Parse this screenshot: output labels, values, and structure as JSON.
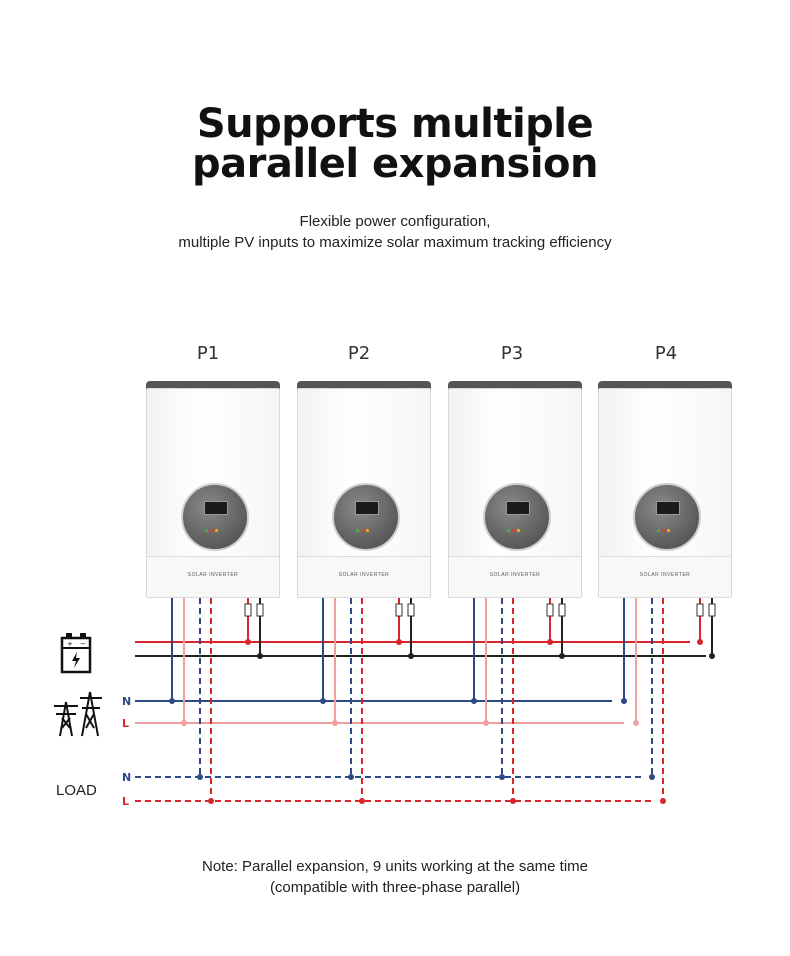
{
  "title": {
    "line1": "Supports multiple",
    "line2": "parallel expansion"
  },
  "subtitle": {
    "line1": "Flexible power configuration,",
    "line2": "multiple PV inputs to maximize solar maximum tracking efficiency"
  },
  "units": [
    {
      "label": "P1",
      "panel_text": "SOLAR INVERTER"
    },
    {
      "label": "P2",
      "panel_text": "SOLAR INVERTER"
    },
    {
      "label": "P3",
      "panel_text": "SOLAR INVERTER"
    },
    {
      "label": "P4",
      "panel_text": "SOLAR INVERTER"
    }
  ],
  "icons": {
    "battery": "battery-icon",
    "grid": "power-tower-icon"
  },
  "grid_labels": {
    "n": "N",
    "l": "L"
  },
  "load": {
    "label": "LOAD",
    "n": "N",
    "l": "L"
  },
  "note": {
    "line1": "Note: Parallel expansion, 9 units working at the same time",
    "line2": "(compatible with three-phase parallel)"
  },
  "colors": {
    "battery_positive": "#d9252b",
    "battery_negative": "#222222",
    "neutral": "#2c4a85",
    "line": "#f0a0a0",
    "load_line": "#d9252b"
  }
}
